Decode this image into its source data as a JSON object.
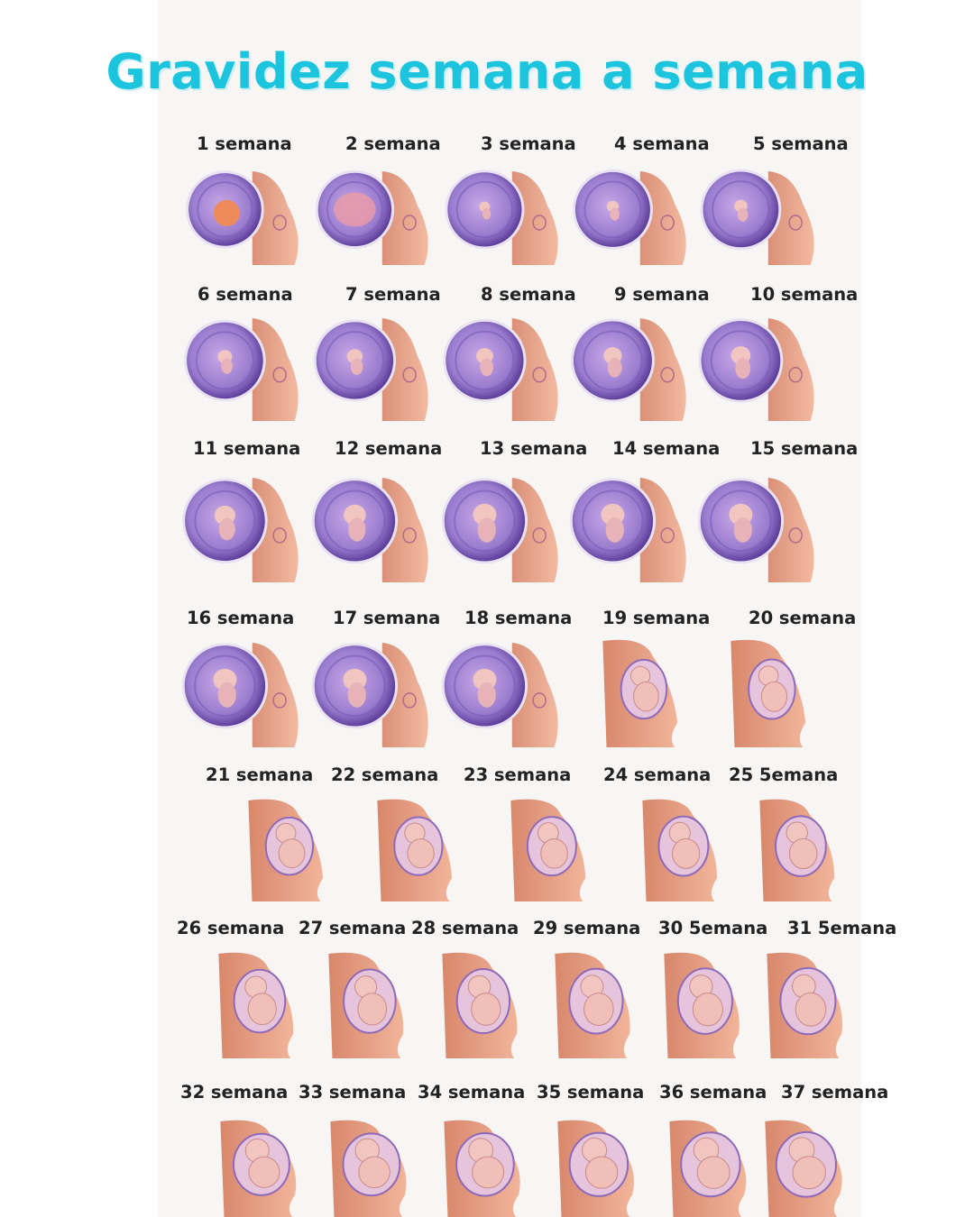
{
  "title": "Gravidez semana a semana",
  "colors": {
    "title": "#1cc4de",
    "skin": "#f1b59a",
    "skin_shadow": "#d8876c",
    "sac_outer": "#5a3a98",
    "sac_inner": "#c8a8e6",
    "embryo": "#f2c6c0"
  },
  "rows": [
    {
      "weeks": [
        {
          "label": "1 semana"
        },
        {
          "label": "2 semana"
        },
        {
          "label": "3 semana"
        },
        {
          "label": "4 semana"
        },
        {
          "label": "5 semana"
        }
      ]
    },
    {
      "weeks": [
        {
          "label": "6 semana"
        },
        {
          "label": "7 semana"
        },
        {
          "label": "8 semana"
        },
        {
          "label": "9 semana"
        },
        {
          "label": "10 semana"
        }
      ]
    },
    {
      "weeks": [
        {
          "label": "11 semana"
        },
        {
          "label": "12 semana"
        },
        {
          "label": "13 semana"
        },
        {
          "label": "14 semana"
        },
        {
          "label": "15 semana"
        }
      ]
    },
    {
      "weeks": [
        {
          "label": "16 semana"
        },
        {
          "label": "17 semana"
        },
        {
          "label": "18 semana"
        },
        {
          "label": "19 semana"
        },
        {
          "label": "20 semana"
        }
      ]
    },
    {
      "weeks": [
        {
          "label": "21 semana"
        },
        {
          "label": "22 semana"
        },
        {
          "label": "23 semana"
        },
        {
          "label": "24 semana"
        },
        {
          "label": "25 5emana"
        }
      ]
    },
    {
      "weeks": [
        {
          "label": "26 semana"
        },
        {
          "label": "27 semana"
        },
        {
          "label": "28 semana"
        },
        {
          "label": "29 semana"
        },
        {
          "label": "30 5emana"
        },
        {
          "label": "31 5emana"
        }
      ]
    },
    {
      "weeks": [
        {
          "label": "32 semana"
        },
        {
          "label": "33 semana"
        },
        {
          "label": "34 semana"
        },
        {
          "label": "35 semana"
        },
        {
          "label": "36 semana"
        },
        {
          "label": "37 semana"
        }
      ]
    }
  ]
}
